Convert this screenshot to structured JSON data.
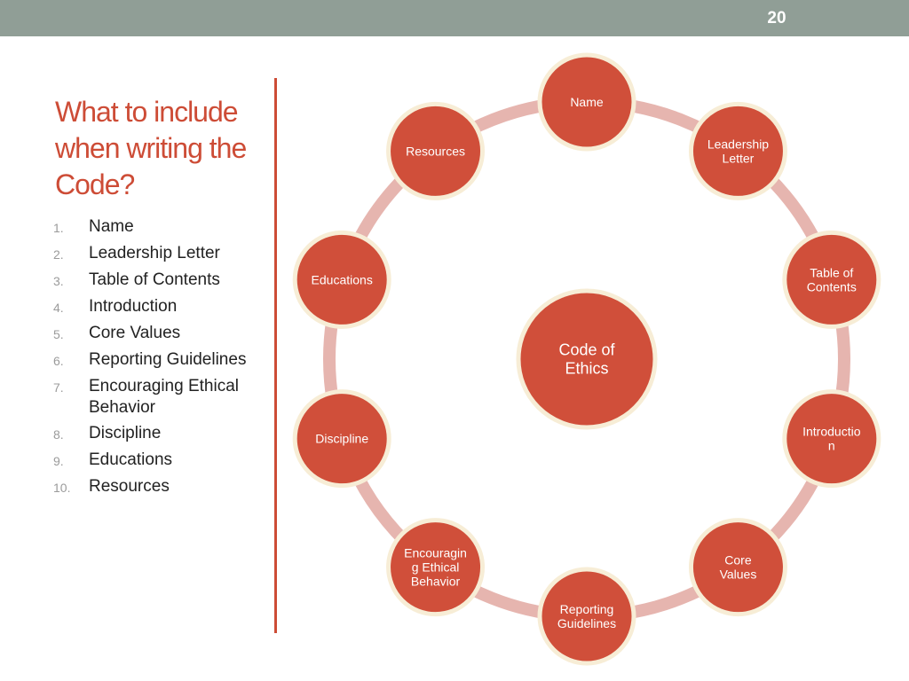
{
  "header": {
    "slide_number": "20"
  },
  "title": "What to include when writing the Code?",
  "list": [
    {
      "number": "1.",
      "label": "Name"
    },
    {
      "number": "2.",
      "label": "Leadership Letter"
    },
    {
      "number": "3.",
      "label": "Table of Contents"
    },
    {
      "number": "4.",
      "label": "Introduction"
    },
    {
      "number": "5.",
      "label": "Core Values"
    },
    {
      "number": "6.",
      "label": "Reporting Guidelines"
    },
    {
      "number": "7.",
      "label": "Encouraging Ethical Behavior"
    },
    {
      "number": "8.",
      "label": "Discipline"
    },
    {
      "number": "9.",
      "label": "Educations"
    },
    {
      "number": "10.",
      "label": "Resources"
    }
  ],
  "diagram": {
    "center": {
      "lines": [
        "Code of",
        "Ethics"
      ]
    },
    "nodes": [
      {
        "lines": [
          "Name"
        ]
      },
      {
        "lines": [
          "Leadership",
          "Letter"
        ]
      },
      {
        "lines": [
          "Table of",
          "Contents"
        ]
      },
      {
        "lines": [
          "Introductio",
          "n"
        ]
      },
      {
        "lines": [
          "Core",
          "Values"
        ]
      },
      {
        "lines": [
          "Reporting",
          "Guidelines"
        ]
      },
      {
        "lines": [
          "Encouragin",
          "g Ethical",
          "Behavior"
        ]
      },
      {
        "lines": [
          "Discipline"
        ]
      },
      {
        "lines": [
          "Educations"
        ]
      },
      {
        "lines": [
          "Resources"
        ]
      }
    ],
    "colors": {
      "node_fill": "#d04f3a",
      "node_border": "#f7edd6",
      "ring": "#e6b5af",
      "accent": "#cd4c36"
    }
  }
}
